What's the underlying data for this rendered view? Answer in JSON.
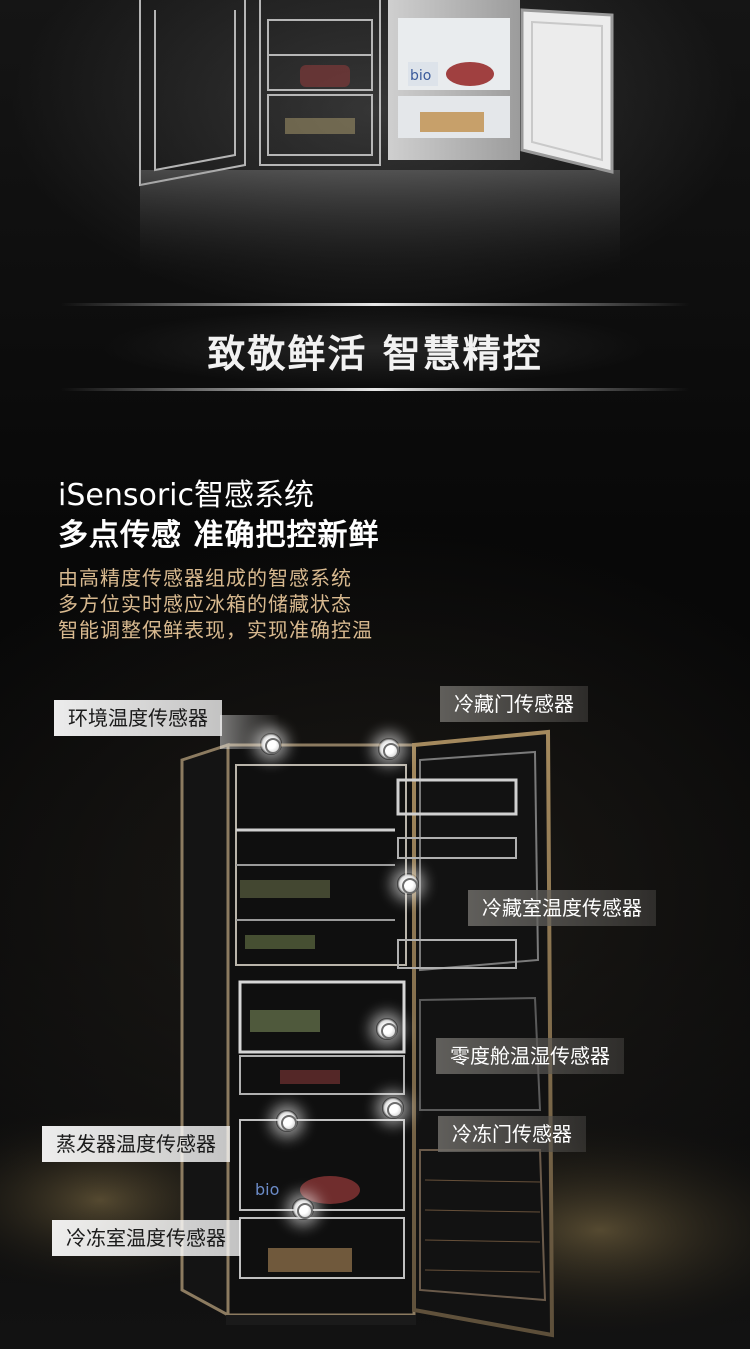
{
  "main_title": "致敬鲜活 智慧精控",
  "headline": {
    "line1": "iSensoric智感系统",
    "line2": "多点传感 准确把控新鲜"
  },
  "description": [
    "由高精度传感器组成的智感系统",
    "多方位实时感应冰箱的储藏状态",
    "智能调整保鲜表现，实现准确控温"
  ],
  "sensors": {
    "ambient": "环境温度传感器",
    "fridge_door": "冷藏门传感器",
    "fridge_compartment": "冷藏室温度传感器",
    "zero_degree": "零度舱温湿传感器",
    "evaporator": "蒸发器温度传感器",
    "freezer_door": "冷冻门传感器",
    "freezer_compartment": "冷冻室温度传感器"
  },
  "colors": {
    "accent_gold": "#d8b98f",
    "background": "#060606"
  }
}
